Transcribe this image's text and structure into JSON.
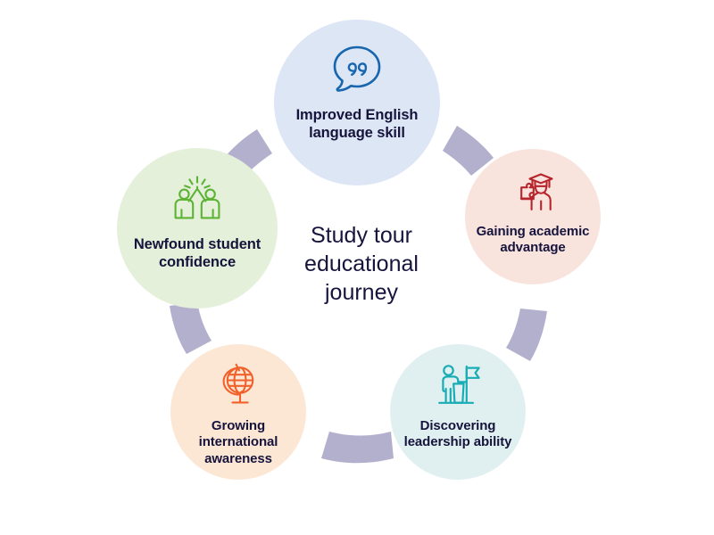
{
  "diagram": {
    "type": "cycle-diagram",
    "center": {
      "title": "Study tour educational journey",
      "text_color": "#16143c"
    },
    "connector_color": "#b3b0cd",
    "background": "#ffffff",
    "nodes": [
      {
        "id": "english",
        "label": "Improved English language skill",
        "icon": "speech-bubble-quote-icon",
        "icon_color": "#1766ae",
        "circle_color": "#dde6f5",
        "position": "top"
      },
      {
        "id": "academic",
        "label": "Gaining academic advantage",
        "icon": "graduate-puzzle-icon",
        "icon_color": "#b8242c",
        "circle_color": "#f8e3dd",
        "position": "right"
      },
      {
        "id": "leadership",
        "label": "Discovering leadership ability",
        "icon": "leader-podium-flag-icon",
        "icon_color": "#1aacb5",
        "circle_color": "#e0f0f1",
        "position": "bottom-right"
      },
      {
        "id": "global",
        "label": "Growing international awareness",
        "icon": "globe-stand-icon",
        "icon_color": "#f1612a",
        "circle_color": "#fce7d5",
        "position": "bottom-left"
      },
      {
        "id": "confidence",
        "label": "Newfound student confidence",
        "icon": "high-five-people-icon",
        "icon_color": "#5cb335",
        "circle_color": "#e4f0da",
        "position": "left"
      }
    ]
  }
}
